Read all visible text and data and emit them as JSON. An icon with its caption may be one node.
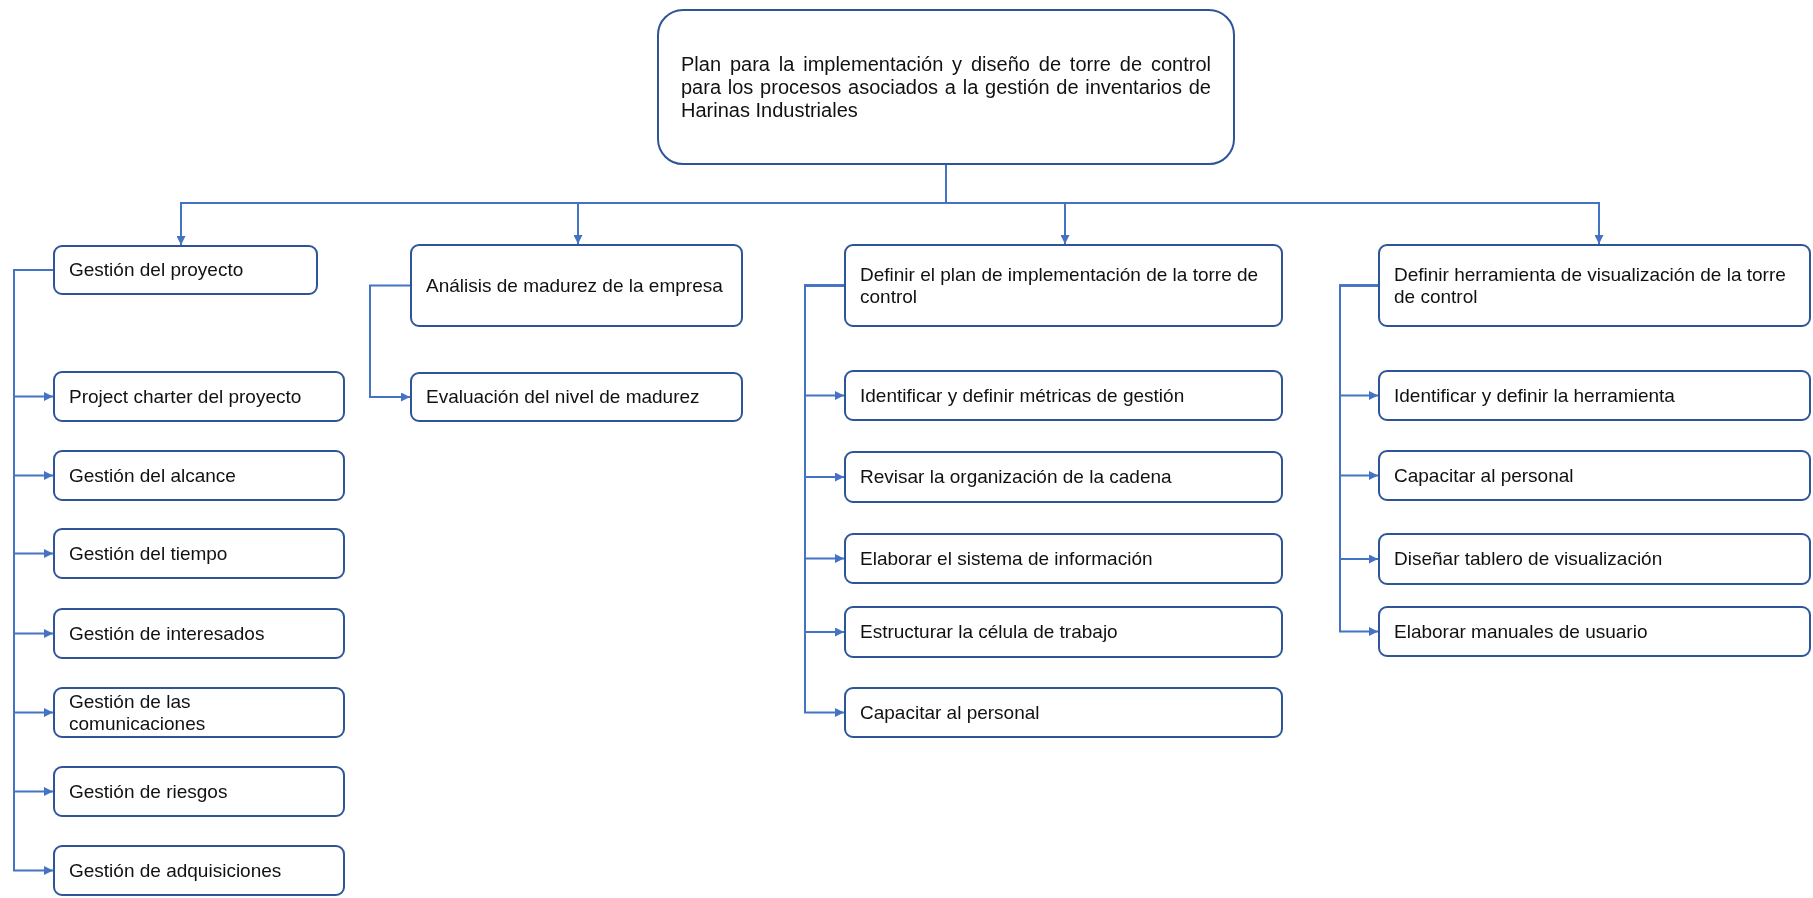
{
  "diagram": {
    "nodes": [
      {
        "text": [
          "Plan para la implementación y diseño de torre de control para los procesos asociados a la gestión de inventarios de Harinas Industriales"
        ]
      },
      {
        "text": [
          "Gestión del proyecto"
        ]
      },
      {
        "text": [
          "Project charter del proyecto"
        ]
      },
      {
        "text": [
          "Gestión del alcance"
        ]
      },
      {
        "text": [
          "Gestión del tiempo"
        ]
      },
      {
        "text": [
          "Gestión de interesados"
        ]
      },
      {
        "text": [
          "Gestión de las comunicaciones"
        ]
      },
      {
        "text": [
          "Gestión de riesgos"
        ]
      },
      {
        "text": [
          "Gestión de adquisiciones"
        ]
      },
      {
        "text": [
          "Análisis de madurez de la empresa"
        ]
      },
      {
        "text": [
          "Evaluación del nivel de madurez"
        ]
      },
      {
        "text": [
          "Definir el plan de implementación de la torre de control"
        ]
      },
      {
        "text": [
          "Identificar y definir métricas de gestión"
        ]
      },
      {
        "text": [
          "Revisar la organización de la cadena"
        ]
      },
      {
        "text": [
          "Elaborar el sistema de información"
        ]
      },
      {
        "text": [
          "Estructurar la célula de trabajo"
        ]
      },
      {
        "text": [
          "Capacitar al personal"
        ]
      },
      {
        "text": [
          "Definir herramienta de visualización de la torre de control"
        ]
      },
      {
        "text": [
          "Identificar y definir la herramienta"
        ]
      },
      {
        "text": [
          "Capacitar al personal"
        ]
      },
      {
        "text": [
          "Diseñar tablero de visualización"
        ]
      },
      {
        "text": [
          "Elaborar manuales de usuario"
        ]
      }
    ],
    "edges": [
      {
        "from": 0,
        "to": 1,
        "arrow": "to"
      },
      {
        "from": 0,
        "to": 9,
        "arrow": "to"
      },
      {
        "from": 0,
        "to": 11,
        "arrow": "to"
      },
      {
        "from": 0,
        "to": 17,
        "arrow": "to"
      },
      {
        "from": 1,
        "to": 2,
        "arrow": "to"
      },
      {
        "from": 1,
        "to": 3,
        "arrow": "to"
      },
      {
        "from": 1,
        "to": 4,
        "arrow": "to"
      },
      {
        "from": 1,
        "to": 5,
        "arrow": "to"
      },
      {
        "from": 1,
        "to": 6,
        "arrow": "to"
      },
      {
        "from": 1,
        "to": 7,
        "arrow": "to"
      },
      {
        "from": 1,
        "to": 8,
        "arrow": "to"
      },
      {
        "from": 9,
        "to": 10,
        "arrow": "to"
      },
      {
        "from": 11,
        "to": 12,
        "arrow": "to"
      },
      {
        "from": 11,
        "to": 13,
        "arrow": "to"
      },
      {
        "from": 11,
        "to": 14,
        "arrow": "to"
      },
      {
        "from": 11,
        "to": 15,
        "arrow": "to"
      },
      {
        "from": 11,
        "to": 16,
        "arrow": "to"
      },
      {
        "from": 17,
        "to": 18,
        "arrow": "to"
      },
      {
        "from": 17,
        "to": 19,
        "arrow": "to"
      },
      {
        "from": 17,
        "to": 20,
        "arrow": "to"
      },
      {
        "from": 17,
        "to": 21,
        "arrow": "to"
      }
    ]
  }
}
